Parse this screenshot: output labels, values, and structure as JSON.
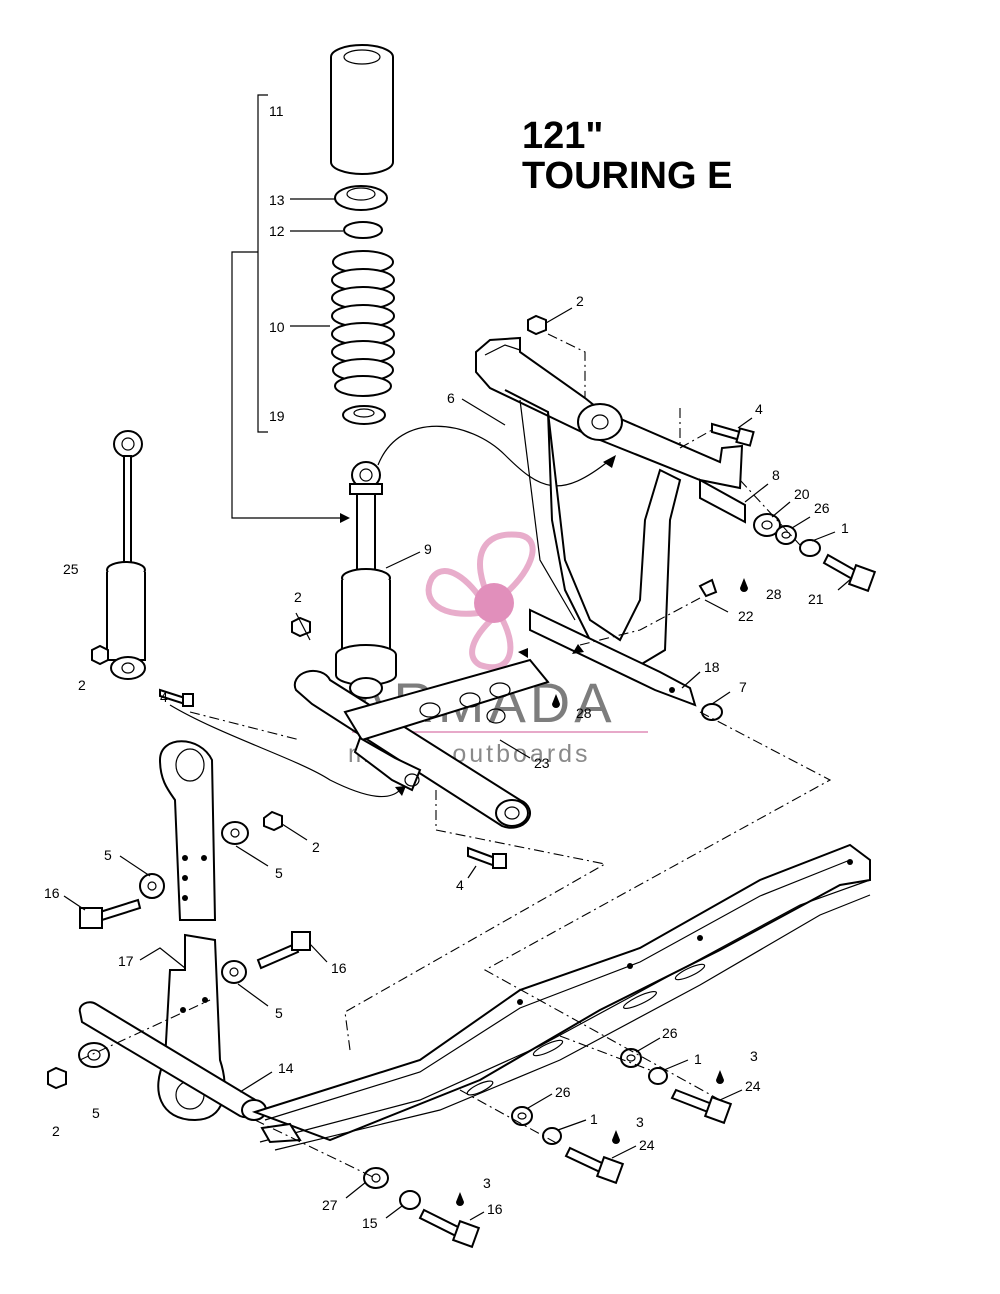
{
  "title": {
    "line1": "121\"",
    "line2": "TOURING E"
  },
  "watermark": {
    "brand": "ARMADA",
    "tagline": "marine outboards",
    "colors": {
      "propeller": "#e7a9c9",
      "hub": "#e08ab8",
      "text": "#7d7d7d"
    }
  },
  "callouts": [
    "11",
    "13",
    "12",
    "10",
    "19",
    "2",
    "6",
    "4",
    "8",
    "20",
    "26",
    "1",
    "21",
    "9",
    "28",
    "22",
    "25",
    "2",
    "2",
    "18",
    "7",
    "4",
    "28",
    "23",
    "5",
    "2",
    "5",
    "16",
    "4",
    "17",
    "16",
    "5",
    "14",
    "2",
    "5",
    "26",
    "1",
    "3",
    "24",
    "26",
    "1",
    "3",
    "24",
    "27",
    "15",
    "3",
    "16"
  ]
}
